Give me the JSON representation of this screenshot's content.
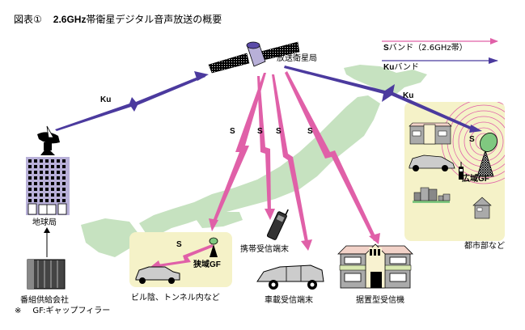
{
  "figure": {
    "label": "図表①",
    "title_bold": "2.6GHz",
    "title_rest": "帯衛星デジタル音声放送の概要"
  },
  "legend": {
    "items": [
      {
        "band": "S",
        "text": "バンド（2.6GHz帯）",
        "color": "#e060a8"
      },
      {
        "band": "Ku",
        "text": "バンド",
        "color": "#4b3a9e"
      }
    ]
  },
  "nodes": {
    "satellite": "放送衛星局",
    "earth_station": "地球局",
    "program_supplier": "番組供給会社",
    "narrow_gf": "狭域GF",
    "wide_gf": "広域GF",
    "mobile_terminal": "携帯受信端末",
    "vehicle_terminal": "車載受信端末",
    "fixed_receiver": "据置型受信機"
  },
  "areas": {
    "building_shadow": "ビル陰、トンネル内など",
    "urban": "都市部など"
  },
  "links": {
    "uplink": "Ku",
    "feeder_to_gf": "Ku",
    "s_labels": [
      "S",
      "S",
      "S",
      "S"
    ],
    "s_narrow": "S",
    "s_wide": "S"
  },
  "note": {
    "mark": "※",
    "text": "GF:ギャップフィラー"
  },
  "colors": {
    "s_band": "#e060a8",
    "ku_band": "#4b3a9e",
    "map_green": "#c6e2c0",
    "area_fill": "#f5f2c8",
    "building_purple": "#b8b0d8",
    "gf_dish": "#80c880"
  }
}
